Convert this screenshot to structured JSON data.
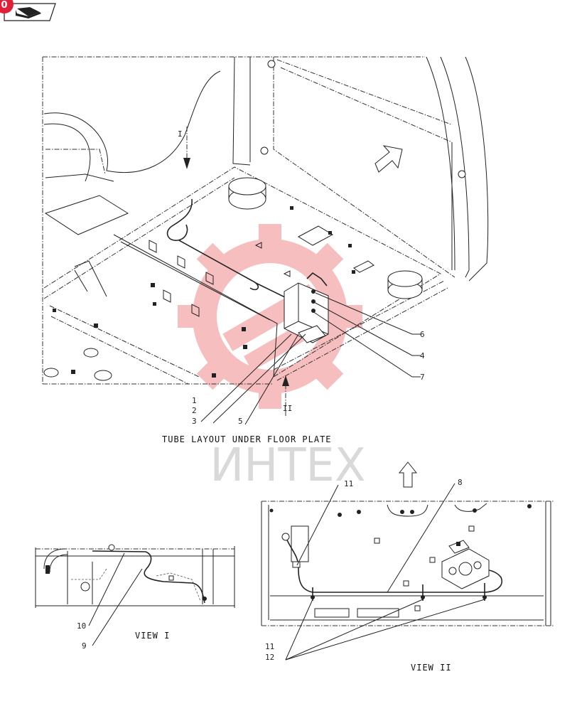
{
  "badge": {
    "number": "0",
    "color": "#e0203a"
  },
  "icons": {
    "nav": "book-arrow-icon"
  },
  "watermark": {
    "text": "ИНТЕХ",
    "gear_color": "#f08a8a"
  },
  "callouts_main": {
    "c1": "1",
    "c2": "2",
    "c3": "3",
    "c5": "5",
    "c6": "6",
    "c4": "4",
    "c7": "7",
    "view_arrow_1": "I",
    "view_arrow_2": "II"
  },
  "captions": {
    "main": "TUBE LAYOUT UNDER FLOOR PLATE",
    "view1": "VIEW I",
    "view2": "VIEW II"
  },
  "callouts_view1": {
    "c10": "10",
    "c9": "9"
  },
  "callouts_view2": {
    "c11_top": "11",
    "c8": "8",
    "c11_bottom": "11",
    "c12": "12"
  }
}
